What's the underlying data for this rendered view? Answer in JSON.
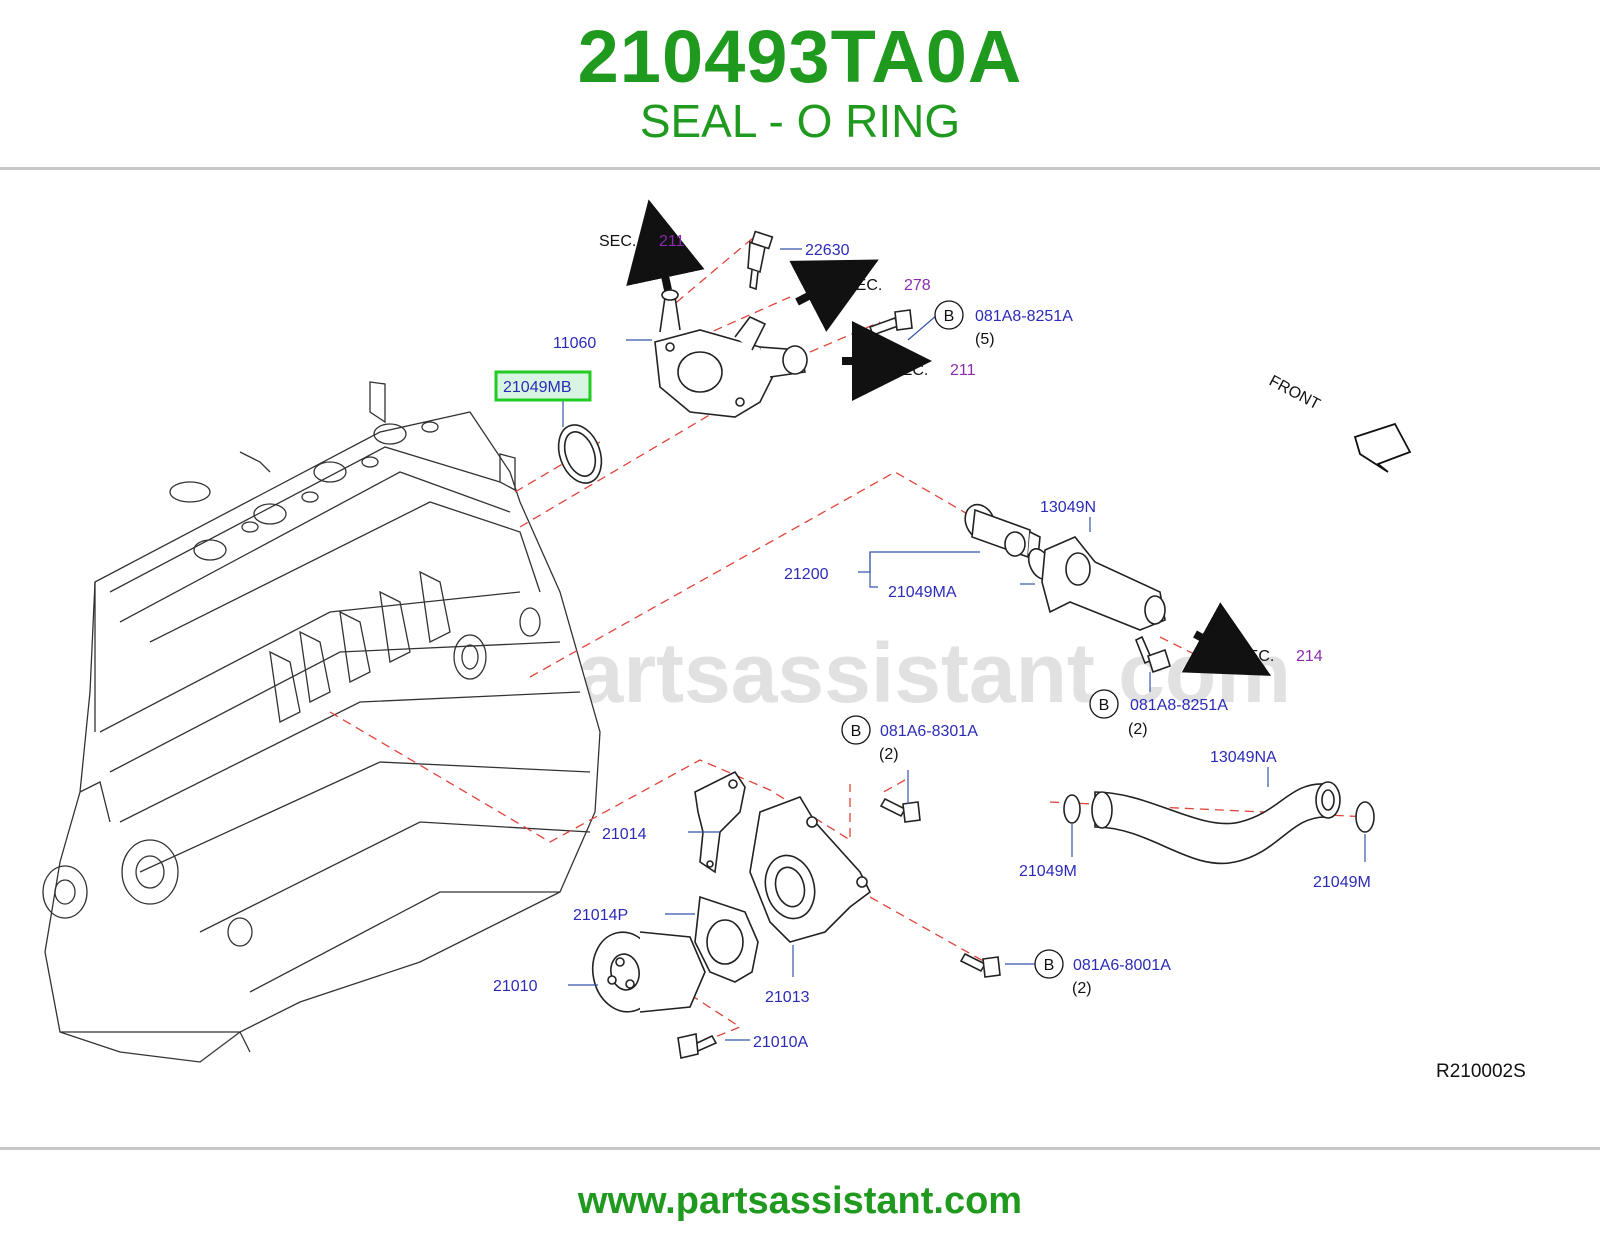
{
  "header": {
    "part_number": "210493TA0A",
    "part_name": "SEAL - O RING"
  },
  "footer": {
    "website": "www.partsassistant.com"
  },
  "diagram": {
    "watermark": "www.partsassistant.com",
    "ref_code": "R210002S",
    "front_label": "FRONT",
    "highlighted_part": "21049MB",
    "highlight_color": "#22cc22",
    "sec_label": "SEC.",
    "bolt_marker": "B",
    "labels": {
      "p22630": "22630",
      "p11060": "11060",
      "p21049MB": "21049MB",
      "p13049N": "13049N",
      "p21200": "21200",
      "p21049MA": "21049MA",
      "p21014": "21014",
      "p21014P": "21014P",
      "p21010": "21010",
      "p21013": "21013",
      "p21010A": "21010A",
      "p13049NA": "13049NA",
      "p21049M_left": "21049M",
      "p21049M_right": "21049M",
      "b1": "081A8-8251A",
      "b1_qty": "(5)",
      "b2": "081A8-8251A",
      "b2_qty": "(2)",
      "b3": "081A6-8301A",
      "b3_qty": "(2)",
      "b4": "081A6-8001A",
      "b4_qty": "(2)"
    },
    "sections": {
      "top": "211",
      "right_upper": "278",
      "right_mid": "211",
      "thermostat": "214"
    }
  }
}
